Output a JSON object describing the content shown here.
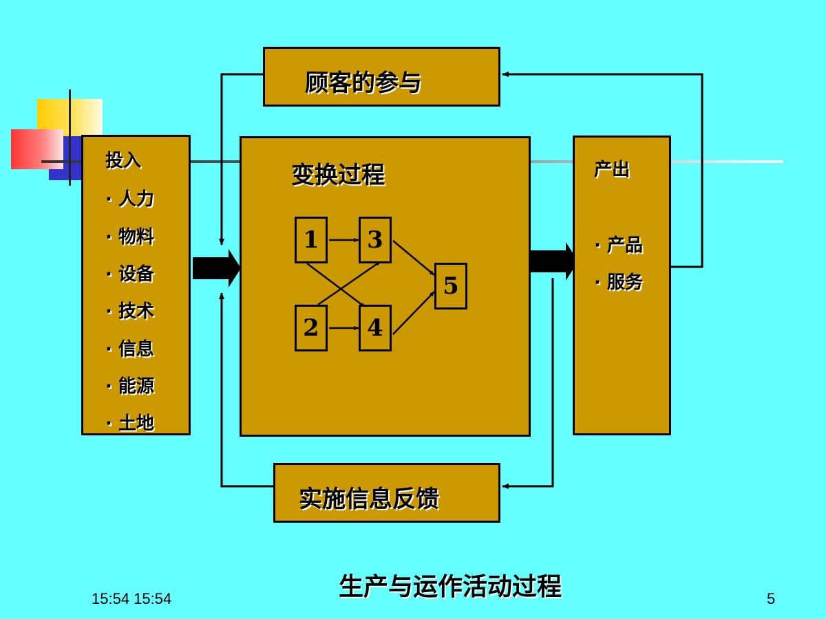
{
  "customer_box": {
    "label": "顾客的参与"
  },
  "input_box": {
    "title": "投入",
    "items": [
      "· 人力",
      "· 物料",
      "· 设备",
      "· 技术",
      "· 信息",
      "· 能源",
      "· 土地"
    ]
  },
  "transform_box": {
    "title": "变换过程",
    "nodes": [
      "1",
      "2",
      "3",
      "4",
      "5"
    ]
  },
  "output_box": {
    "title": "产出",
    "items": [
      "· 产品",
      "· 服务"
    ]
  },
  "feedback_box": {
    "label": "实施信息反馈"
  },
  "footer": {
    "caption": "生产与运作活动过程",
    "datetime": "15:54 15:54",
    "page_number": "5"
  },
  "colors": {
    "background": "#66ffff",
    "box_fill": "#cc9900",
    "decor_yellow": "#ffcc00",
    "decor_blue": "#3333cc",
    "decor_red": "#ff3333"
  }
}
